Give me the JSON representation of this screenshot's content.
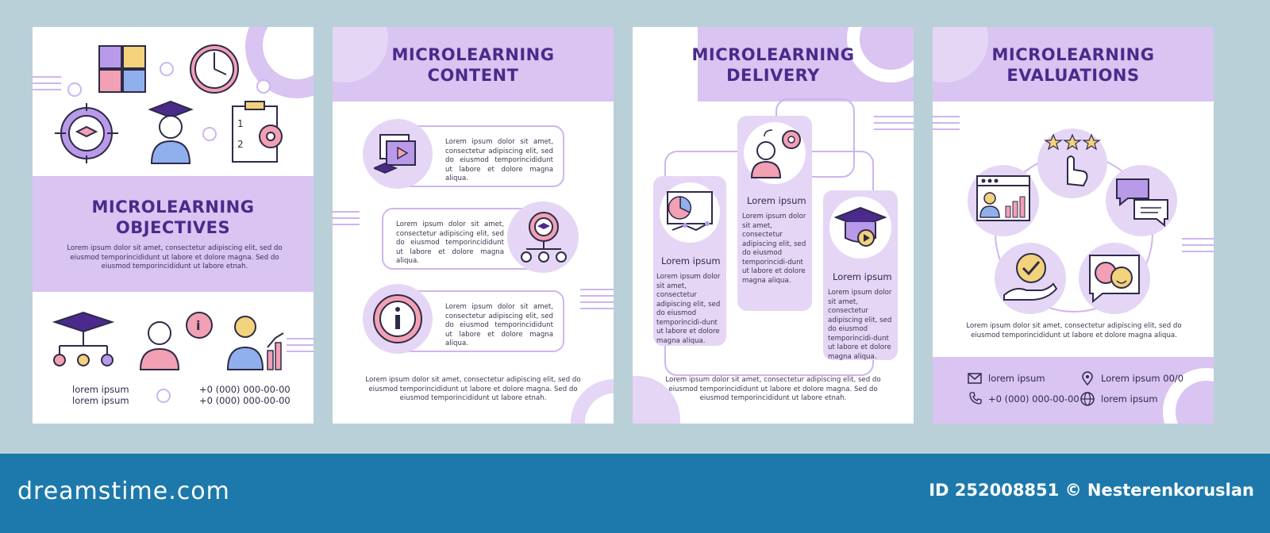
{
  "pages": [
    {
      "title_l1": "MICROLEARNING",
      "title_l2": "OBJECTIVES",
      "body": "Lorem ipsum dolor sit amet, consectetur adipiscing elit, sed do eiusmod temporincididunt ut labore et dolore magna. Sed do eiusmod temporincididunt ut labore etnah.",
      "contacts": [
        "lorem ipsum",
        "lorem ipsum"
      ],
      "phones": [
        "+0 (000) 000-00-00",
        "+0 (000) 000-00-00"
      ]
    },
    {
      "title_l1": "MICROLEARNING",
      "title_l2": "CONTENT",
      "cards": [
        "Lorem ipsum dolor sit amet, consectetur adipiscing elit, sed do eiusmod temporincididunt ut labore et dolore magna aliqua.",
        "Lorem ipsum dolor sit amet, consectetur adipiscing elit, sed do eiusmod temporincididunt ut labore et dolore magna aliqua.",
        "Lorem ipsum dolor sit amet, consectetur adipiscing elit, sed do eiusmod temporincididunt ut labore et dolore magna aliqua."
      ],
      "body": "Lorem ipsum dolor sit amet, consectetur adipiscing elit, sed do eiusmod temporincididunt ut labore et dolore magna. Sed do eiusmod temporincididunt ut labore etnah."
    },
    {
      "title_l1": "MICROLEARNING",
      "title_l2": "DELIVERY",
      "columns": [
        {
          "label": "Lorem ipsum",
          "text": "Lorem ipsum dolor sit amet, consectetur adipiscing elit, sed do eiusmod temporincidi-dunt ut labore et dolore magna aliqua."
        },
        {
          "label": "Lorem ipsum",
          "text": "Lorem ipsum dolor sit amet, consectetur adipiscing elit, sed do eiusmod temporincidi-dunt ut labore et dolore magna aliqua."
        },
        {
          "label": "Lorem ipsum",
          "text": "Lorem ipsum dolor sit amet, consectetur adipiscing elit, sed do eiusmod temporincidi-dunt ut labore et dolore magna aliqua."
        }
      ],
      "body": "Lorem ipsum dolor sit amet, consectetur adipiscing elit, sed do eiusmod temporincididunt ut labore et dolore magna. Sed do eiusmod temporincididunt ut labore etnah."
    },
    {
      "title_l1": "MICROLEARNING",
      "title_l2": "EVALUATIONS",
      "body": "Lorem ipsum dolor sit amet, consectetur adipiscing elit, sed do eiusmod temporincididunt ut labore et dolore magna aliqua.",
      "email": "lorem ipsum",
      "address": "Lorem ipsum 00/0",
      "phone": "+0 (000) 000-00-00",
      "web": "lorem ipsum"
    }
  ],
  "footer": {
    "brand": "dreamstime.com",
    "stock_id": "ID 252008851 © Nesterenkoruslan"
  },
  "colors": {
    "purple_dark": "#4a2a8a",
    "lavender": "#e5d6f6",
    "lavender_band": "#d9c4f2",
    "footer_blue": "#1d79ac"
  }
}
